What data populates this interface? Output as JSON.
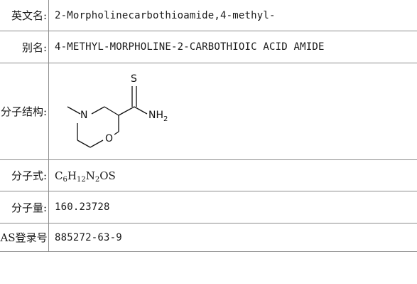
{
  "rows": {
    "english_name": {
      "label": "英文名:",
      "value": "2-Morpholinecarbothioamide,4-methyl-"
    },
    "alias": {
      "label": "别名:",
      "value": "4-METHYL-MORPHOLINE-2-CARBOTHIOIC ACID AMIDE"
    },
    "structure": {
      "label": "分子结构:",
      "atoms": {
        "n": "N",
        "o": "O",
        "s": "S",
        "nh2_main": "NH",
        "nh2_sub": "2"
      }
    },
    "formula": {
      "label": "分子式:",
      "parts": [
        {
          "text": "C",
          "sub": "6"
        },
        {
          "text": "H",
          "sub": "12"
        },
        {
          "text": "N",
          "sub": "2"
        },
        {
          "text": "OS",
          "sub": ""
        }
      ]
    },
    "mol_weight": {
      "label": "分子量:",
      "value": "160.23728"
    },
    "cas": {
      "label": "CAS登录号:",
      "value": "885272-63-9"
    }
  }
}
